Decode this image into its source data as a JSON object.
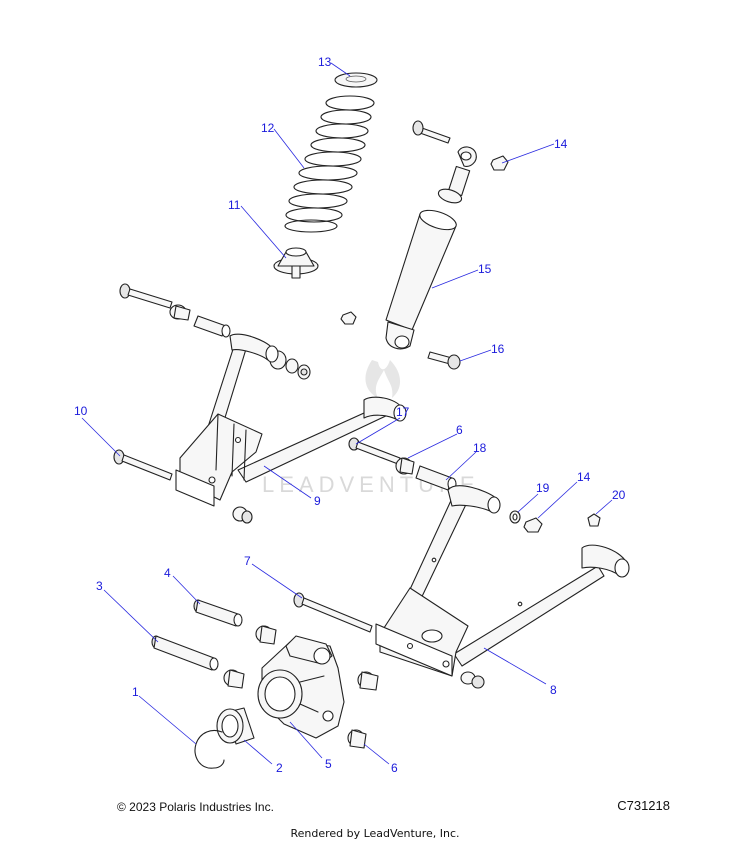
{
  "watermark": "LEADVENTURE",
  "callouts": {
    "c1": "1",
    "c2": "2",
    "c3": "3",
    "c4": "4",
    "c5": "5",
    "c6a": "6",
    "c6b": "6",
    "c7": "7",
    "c8": "8",
    "c9": "9",
    "c10": "10",
    "c11": "11",
    "c12": "12",
    "c13": "13",
    "c14a": "14",
    "c14b": "14",
    "c15": "15",
    "c16": "16",
    "c17": "17",
    "c18": "18",
    "c19": "19",
    "c20": "20"
  },
  "footer": {
    "copyright": "© 2023 Polaris Industries Inc.",
    "drawing_id": "C731218",
    "rendered_by": "Rendered by LeadVenture, Inc."
  }
}
